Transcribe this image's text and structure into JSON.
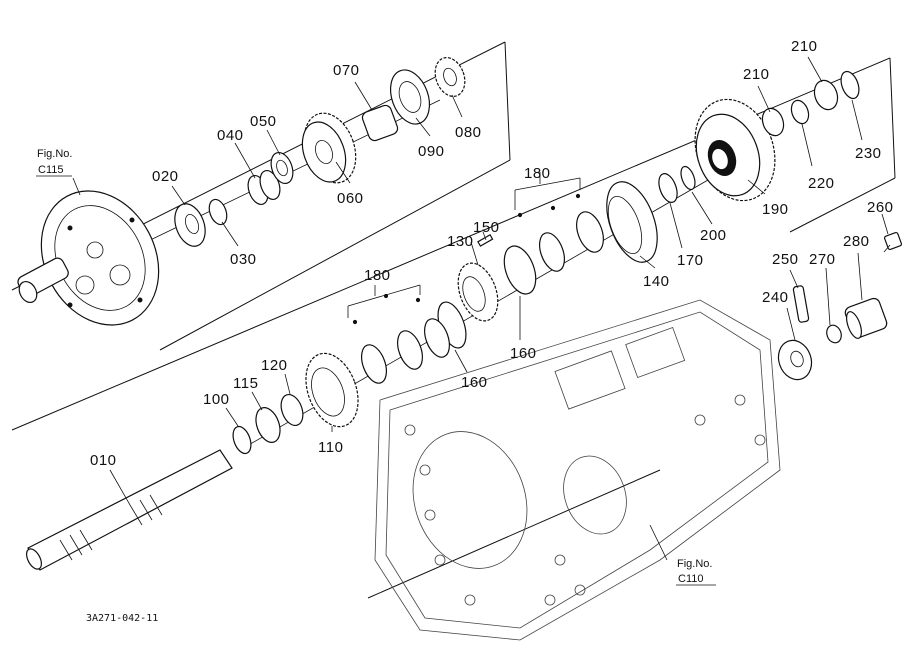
{
  "diagram": {
    "parts": [
      {
        "id": "part-010",
        "label": "010"
      },
      {
        "id": "part-020",
        "label": "020"
      },
      {
        "id": "part-030",
        "label": "030"
      },
      {
        "id": "part-040",
        "label": "040"
      },
      {
        "id": "part-050",
        "label": "050"
      },
      {
        "id": "part-060",
        "label": "060"
      },
      {
        "id": "part-070",
        "label": "070"
      },
      {
        "id": "part-080",
        "label": "080"
      },
      {
        "id": "part-090",
        "label": "090"
      },
      {
        "id": "part-100",
        "label": "100"
      },
      {
        "id": "part-110",
        "label": "110"
      },
      {
        "id": "part-115",
        "label": "115"
      },
      {
        "id": "part-120",
        "label": "120"
      },
      {
        "id": "part-130",
        "label": "130"
      },
      {
        "id": "part-140",
        "label": "140"
      },
      {
        "id": "part-150",
        "label": "150"
      },
      {
        "id": "part-160a",
        "label": "160"
      },
      {
        "id": "part-160b",
        "label": "160"
      },
      {
        "id": "part-170",
        "label": "170"
      },
      {
        "id": "part-180a",
        "label": "180"
      },
      {
        "id": "part-180b",
        "label": "180"
      },
      {
        "id": "part-190",
        "label": "190"
      },
      {
        "id": "part-200",
        "label": "200"
      },
      {
        "id": "part-210a",
        "label": "210"
      },
      {
        "id": "part-210b",
        "label": "210"
      },
      {
        "id": "part-220",
        "label": "220"
      },
      {
        "id": "part-230",
        "label": "230"
      },
      {
        "id": "part-240",
        "label": "240"
      },
      {
        "id": "part-250",
        "label": "250"
      },
      {
        "id": "part-260",
        "label": "260"
      },
      {
        "id": "part-270",
        "label": "270"
      },
      {
        "id": "part-280",
        "label": "280"
      }
    ],
    "fig_refs": {
      "c115": {
        "line1": "Fig.No.",
        "line2": "C115"
      },
      "c110": {
        "line1": "Fig.No.",
        "line2": "C110"
      }
    },
    "drawing_code": "3A271-042-11"
  }
}
